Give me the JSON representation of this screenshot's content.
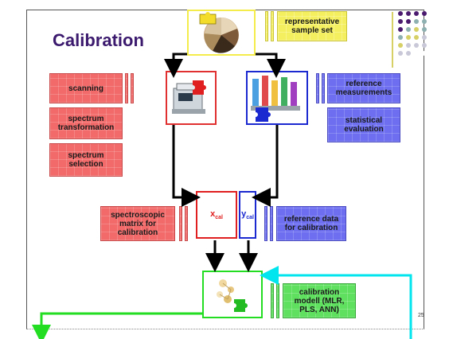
{
  "slide": {
    "title": "Calibration",
    "page_number": "25"
  },
  "boxes": {
    "sample_set": "representative sample set",
    "scanning": "scanning",
    "spectrum_transformation": "spectrum transformation",
    "spectrum_selection": "spectrum selection",
    "reference_measurements": "reference measurements",
    "statistical_evaluation": "statistical evaluation",
    "spectroscopic_matrix": "spectroscopic matrix for calibration",
    "reference_data": "reference data for calibration",
    "calibration_model": "calibration modell (MLR, PLS, ANN)"
  },
  "matrices": {
    "x_main": "x",
    "x_sub": "cal",
    "y_main": "y",
    "y_sub": "cal"
  },
  "colors": {
    "title": "#3b1a6e",
    "red": "#f26a6a",
    "blue": "#6d6ff0",
    "yellow": "#f4ef5e",
    "green": "#5fe05f",
    "cyan_arrow": "#00e5ee",
    "green_arrow": "#22dd22"
  },
  "icons": {
    "sample": "grain-samples-puzzle-image",
    "instrument": "nir-instrument-puzzle-image",
    "reference": "lab-vials-puzzle-image",
    "model": "molecule-puzzle-image"
  }
}
